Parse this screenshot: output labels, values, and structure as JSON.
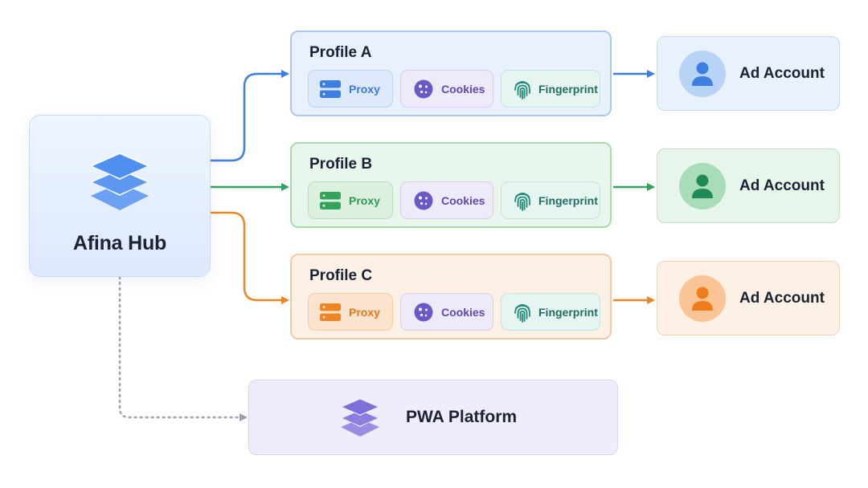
{
  "hub": {
    "title": "Afina Hub"
  },
  "profiles": [
    {
      "title": "Profile A",
      "accent": "#3d7fe0",
      "chips": {
        "proxy": "Proxy",
        "cookies": "Cookies",
        "fingerprint": "Fingerprint"
      }
    },
    {
      "title": "Profile B",
      "accent": "#33a35b",
      "chips": {
        "proxy": "Proxy",
        "cookies": "Cookies",
        "fingerprint": "Fingerprint"
      }
    },
    {
      "title": "Profile C",
      "accent": "#ef8425",
      "chips": {
        "proxy": "Proxy",
        "cookies": "Cookies",
        "fingerprint": "Fingerprint"
      }
    }
  ],
  "accounts": [
    {
      "label": "Ad Account",
      "icon": "user-icon",
      "color": "#3d7fe0"
    },
    {
      "label": "Ad Account",
      "icon": "user-icon",
      "color": "#2f9a52"
    },
    {
      "label": "Ad Account",
      "icon": "user-icon",
      "color": "#ef8425"
    }
  ],
  "pwa": {
    "title": "PWA Platform",
    "icon": "layers-icon"
  },
  "colors": {
    "cookies": "#6a57c8",
    "fingerprint": "#1f8a78",
    "hub_icon": "#4f8ff0",
    "pwa_icon": "#7d6fd8",
    "dotted_connector": "#a0a4ad"
  }
}
